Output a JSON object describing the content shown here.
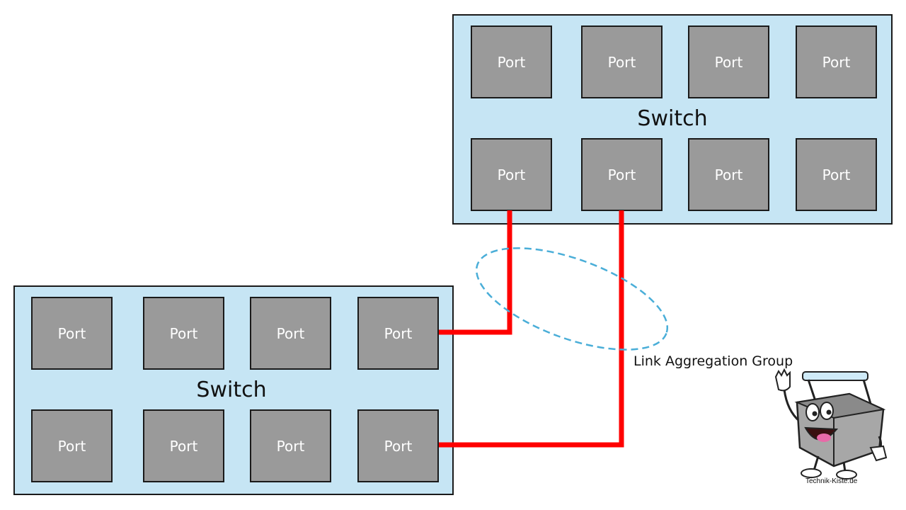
{
  "switch_top": {
    "label": "Switch",
    "ports": [
      "Port",
      "Port",
      "Port",
      "Port",
      "Port",
      "Port",
      "Port",
      "Port"
    ]
  },
  "switch_bottom": {
    "label": "Switch",
    "ports": [
      "Port",
      "Port",
      "Port",
      "Port",
      "Port",
      "Port",
      "Port",
      "Port"
    ]
  },
  "links": {
    "group_label": "Link Aggregation Group",
    "color": "#ff0000",
    "group_outline_color": "#4aaed8"
  },
  "logo": {
    "caption": "Technik-Kiste.de"
  },
  "colors": {
    "switch_fill": "#c6e5f4",
    "port_fill": "#9a9a9a",
    "border": "#1a1a1a"
  }
}
